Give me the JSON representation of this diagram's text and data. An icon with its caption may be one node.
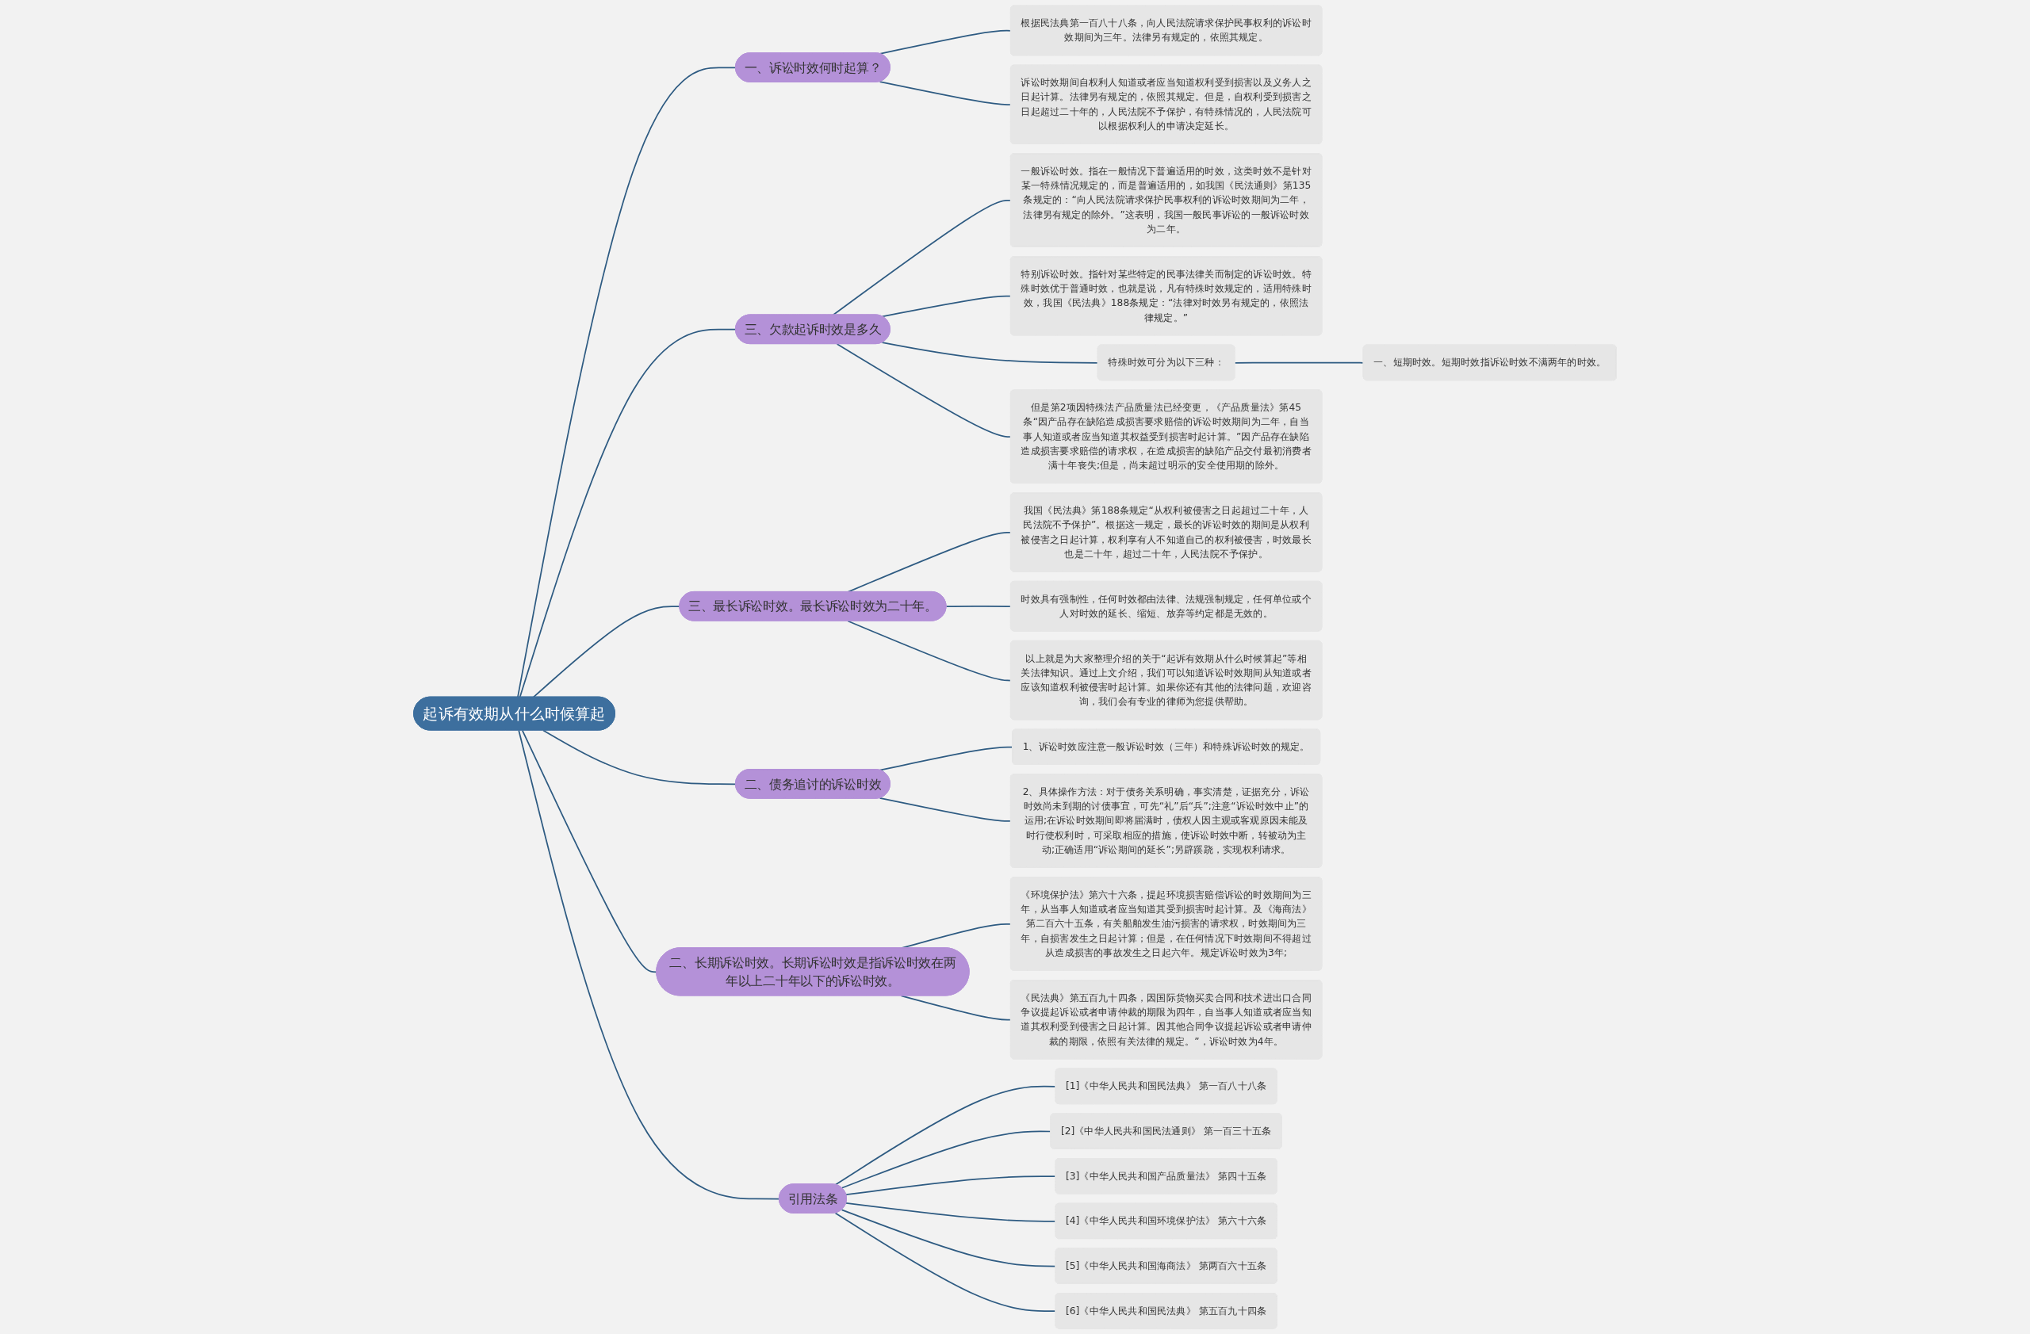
{
  "diagram": {
    "nodes": [
      {
        "text": [
          "起诉有效期从什么时候算起"
        ]
      },
      {
        "text": [
          "一、诉讼时效何时起算？"
        ]
      },
      {
        "text": [
          "根据民法典第一百八十八条，向人民法院请求保护民事权利的诉讼时效期间为三年。法律另有规定的，依照其规定。"
        ]
      },
      {
        "text": [
          "诉讼时效期间自权利人知道或者应当知道权利受到损害以及义务人之日起计算。法律另有规定的，依照其规定。但是，自权利受到损害之日起超过二十年的，人民法院不予保护，有特殊情况的，人民法院可以根据权利人的申请决定延长。"
        ]
      },
      {
        "text": [
          "三、欠款起诉时效是多久"
        ]
      },
      {
        "text": [
          "一般诉讼时效。指在一般情况下普遍适用的时效，这类时效不是针对某一特殊情况规定的，而是普遍适用的，如我国《民法通则》第135条规定的：“向人民法院请求保护民事权利的诉讼时效期间为二年，法律另有规定的除外。”这表明，我国一般民事诉讼的一般诉讼时效为二年。"
        ]
      },
      {
        "text": [
          "特别诉讼时效。指针对某些特定的民事法律关而制定的诉讼时效。特殊时效优于普通时效，也就是说，凡有特殊时效规定的，适用特殊时效，我国《民法典》188条规定：“法律对时效另有规定的，依照法律规定。”"
        ]
      },
      {
        "text": [
          "特殊时效可分为以下三种："
        ]
      },
      {
        "text": [
          "一、短期时效。短期时效指诉讼时效不满两年的时效。"
        ]
      },
      {
        "text": [
          "但是第2项因特殊法产品质量法已经变更，《产品质量法》第45条“因产品存在缺陷造成损害要求赔偿的诉讼时效期间为二年，自当事人知道或者应当知道其权益受到损害时起计算。”因产品存在缺陷造成损害要求赔偿的请求权，在造成损害的缺陷产品交付最初消费者满十年丧失;但是，尚未超过明示的安全使用期的除外。"
        ]
      },
      {
        "text": [
          "三、最长诉讼时效。最长诉讼时效为二十年。"
        ]
      },
      {
        "text": [
          "我国《民法典》第188条规定“从权利被侵害之日起超过二十年，人民法院不予保护”。根据这一规定，最长的诉讼时效的期间是从权利被侵害之日起计算，权利享有人不知道自己的权利被侵害，时效最长也是二十年，超过二十年，人民法院不予保护。"
        ]
      },
      {
        "text": [
          "时效具有强制性，任何时效都由法律、法规强制规定，任何单位或个人对时效的延长、缩短、放弃等约定都是无效的。"
        ]
      },
      {
        "text": [
          "以上就是为大家整理介绍的关于“起诉有效期从什么时候算起”等相关法律知识。通过上文介绍，我们可以知道诉讼时效期间从知道或者应该知道权利被侵害时起计算。如果你还有其他的法律问题，欢迎咨询，我们会有专业的律师为您提供帮助。"
        ]
      },
      {
        "text": [
          "二、债务追讨的诉讼时效"
        ]
      },
      {
        "text": [
          "1、诉讼时效应注意一般诉讼时效（三年）和特殊诉讼时效的规定。"
        ]
      },
      {
        "text": [
          "2、具体操作方法：对于债务关系明确，事实清楚，证据充分，诉讼时效尚未到期的讨债事宜，可先“礼”后“兵”;注意“诉讼时效中止”的运用;在诉讼时效期间即将届满时，债权人因主观或客观原因未能及时行使权利时，可采取相应的措施，使诉讼时效中断，转被动为主动;正确适用“诉讼期间的延长”;另辟蹊跷，实现权利请求。"
        ]
      },
      {
        "text": [
          "二、长期诉讼时效。长期诉讼时效是指诉讼时效在两年以上二十年以下的诉讼时效。"
        ]
      },
      {
        "text": [
          "《环境保护法》第六十六条，提起环境损害赔偿诉讼的时效期间为三年，从当事人知道或者应当知道其受到损害时起计算。及《海商法》第二百六十五条，有关船舶发生油污损害的请求权，时效期间为三年，自损害发生之日起计算；但是，在任何情况下时效期间不得超过从造成损害的事故发生之日起六年。规定诉讼时效为3年;"
        ]
      },
      {
        "text": [
          "《民法典》第五百九十四条，因国际货物买卖合同和技术进出口合同争议提起诉讼或者申请仲裁的期限为四年，自当事人知道或者应当知道其权利受到侵害之日起计算。因其他合同争议提起诉讼或者申请仲裁的期限，依照有关法律的规定。”，诉讼时效为4年。"
        ]
      },
      {
        "text": [
          "引用法条"
        ]
      },
      {
        "text": [
          "[1]《中华人民共和国民法典》 第一百八十八条"
        ]
      },
      {
        "text": [
          "[2]《中华人民共和国民法通则》 第一百三十五条"
        ]
      },
      {
        "text": [
          "[3]《中华人民共和国产品质量法》 第四十五条"
        ]
      },
      {
        "text": [
          "[4]《中华人民共和国环境保护法》 第六十六条"
        ]
      },
      {
        "text": [
          "[5]《中华人民共和国海商法》 第两百六十五条"
        ]
      },
      {
        "text": [
          "[6]《中华人民共和国民法典》 第五百九十四条"
        ]
      }
    ],
    "edges": [
      {
        "from": 0,
        "to": 1,
        "arrow": "none"
      },
      {
        "from": 1,
        "to": 2,
        "arrow": "none"
      },
      {
        "from": 1,
        "to": 3,
        "arrow": "none"
      },
      {
        "from": 0,
        "to": 4,
        "arrow": "none"
      },
      {
        "from": 4,
        "to": 5,
        "arrow": "none"
      },
      {
        "from": 4,
        "to": 6,
        "arrow": "none"
      },
      {
        "from": 4,
        "to": 7,
        "arrow": "none"
      },
      {
        "from": 7,
        "to": 8,
        "arrow": "none"
      },
      {
        "from": 4,
        "to": 9,
        "arrow": "none"
      },
      {
        "from": 0,
        "to": 10,
        "arrow": "none"
      },
      {
        "from": 10,
        "to": 11,
        "arrow": "none"
      },
      {
        "from": 10,
        "to": 12,
        "arrow": "none"
      },
      {
        "from": 10,
        "to": 13,
        "arrow": "none"
      },
      {
        "from": 0,
        "to": 14,
        "arrow": "none"
      },
      {
        "from": 14,
        "to": 15,
        "arrow": "none"
      },
      {
        "from": 14,
        "to": 16,
        "arrow": "none"
      },
      {
        "from": 0,
        "to": 17,
        "arrow": "none"
      },
      {
        "from": 17,
        "to": 18,
        "arrow": "none"
      },
      {
        "from": 17,
        "to": 19,
        "arrow": "none"
      },
      {
        "from": 0,
        "to": 20,
        "arrow": "none"
      },
      {
        "from": 20,
        "to": 21,
        "arrow": "none"
      },
      {
        "from": 20,
        "to": 22,
        "arrow": "none"
      },
      {
        "from": 20,
        "to": 23,
        "arrow": "none"
      },
      {
        "from": 20,
        "to": 24,
        "arrow": "none"
      },
      {
        "from": 20,
        "to": 25,
        "arrow": "none"
      },
      {
        "from": 20,
        "to": 26,
        "arrow": "none"
      }
    ]
  }
}
